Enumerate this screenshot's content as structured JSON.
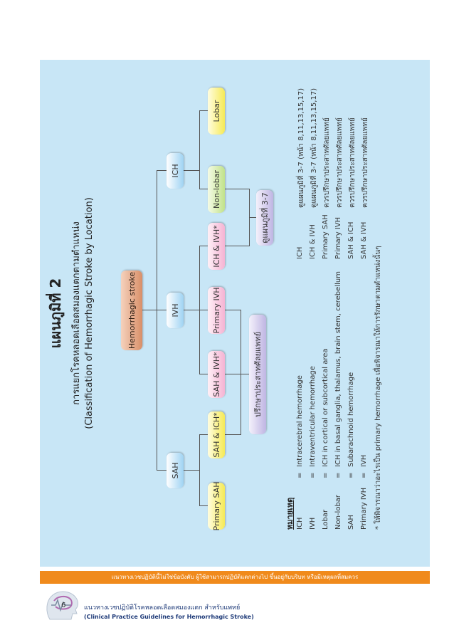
{
  "header": {
    "title": "แผนภูมิที่ 2",
    "subtitle_th": "การแยกโรคหลอดเลือดสมองแตกตามตำแหน่ง",
    "subtitle_en": "(Classification of Hemorrhagic Stroke by Location)"
  },
  "diagram": {
    "root": "Hemorrhagic stroke",
    "level1": {
      "sah": "SAH",
      "ivh": "IVH",
      "ich": "ICH"
    },
    "level2": {
      "primary_sah": "Primary SAH",
      "sah_ich": "SAH &  ICH*",
      "sah_ivh": "SAH & IVH*",
      "primary_ivh": "Primary IVH",
      "ich_ivh": "ICH & IVH*",
      "non_lobar": "Non-lobar",
      "lobar": "Lobar"
    },
    "level3": {
      "consult": "ปรึกษาประสาทศัลยแพทย์",
      "see_chart": "ดูแผนภูมิที่ 3-7"
    }
  },
  "legend": {
    "heading": "หมายเหตุ",
    "rows": [
      {
        "abbr": "ICH",
        "eq": "=",
        "def": "Intracerebral hemorrhage",
        "cat": "ICH",
        "action": "ดูแผนภูมิที่  3-7 (หน้า 8,11,13,15,17)"
      },
      {
        "abbr": "IVH",
        "eq": "=",
        "def": "Intraventricular hemorrhage",
        "cat": "ICH & IVH",
        "action": "ดูแผนภูมิที่  3-7 (หน้า 8,11,13,15,17)"
      },
      {
        "abbr": "Lobar",
        "eq": "=",
        "def": "ICH in cortical or subcortical area",
        "cat": "Primary SAH",
        "action": "ควรปรึกษาประสาทศัลยแพทย์"
      },
      {
        "abbr": "Non-lobar",
        "eq": "=",
        "def": "ICH in basal ganglia, thalamus, brain stem, cerebellum",
        "cat": "Primary IVH",
        "action": "ควรปรึกษาประสาทศัลยแพทย์"
      },
      {
        "abbr": "SAH",
        "eq": "=",
        "def": "Subarachnoid  hemorrhage",
        "cat": "SAH & ICH",
        "action": "ควรปรึกษาประสาทศัลยแพทย์"
      },
      {
        "abbr": "Primary IVH",
        "eq": "=",
        "def": "IVH",
        "cat": "SAH & IVH",
        "action": "ควรปรึกษาประสาทศัลยแพทย์"
      }
    ],
    "note": "* ให้พิจารณาว่าอะไรเป็น primary hemorrhage เพื่อพิจารณาให้การรักษาตามตำแหน่งนั้นๆ"
  },
  "footer": {
    "banner": "แนวทางเวชปฏิบัตินี้ไม่ใช่ข้อบังคับ  ผู้ใช้สามารถปฏิบัติแตกต่างไป  ขึ้นอยู่กับบริบท  หรือมีเหตุผลที่สมควร",
    "page_number": "6",
    "title_th": "แนวทางเวชปฏิบัติโรคหลอดเลือดสมองแตก  สำหรับแพทย์",
    "title_en": "(Clinical Practice Guidelines for Hemorrhagic Stroke)"
  },
  "colors": {
    "panel": "#c8e6f6",
    "banner": "#f08a1c",
    "root_node": "#d98f68",
    "blue_node": "#9fd3f3",
    "green_node": "#c1e28a",
    "pink_node": "#f5b3d3",
    "yellow_node": "#f6ea55",
    "purple_node": "#bfb5e3"
  }
}
